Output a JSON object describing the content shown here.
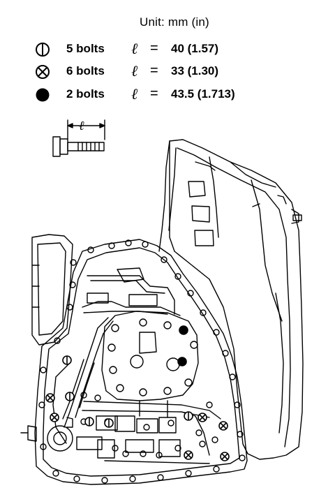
{
  "unit_label": "Unit: mm (in)",
  "legend": [
    {
      "symbol": "circle-vertical-line-icon",
      "count": "5 bolts",
      "ell": "ℓ",
      "equals": "=",
      "length": "40 (1.57)"
    },
    {
      "symbol": "circle-cross-icon",
      "count": "6 bolts",
      "ell": "ℓ",
      "equals": "=",
      "length": "33 (1.30)"
    },
    {
      "symbol": "filled-circle-icon",
      "count": "2 bolts",
      "ell": "ℓ",
      "equals": "=",
      "length": "43.5 (1.713)"
    }
  ],
  "bolt_length_dimension": "ℓ"
}
